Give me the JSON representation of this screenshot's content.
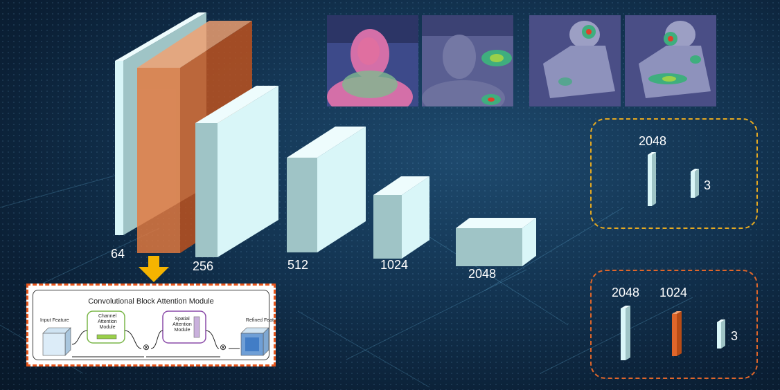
{
  "feature_maps": {
    "c64": "64",
    "c256": "256",
    "c512": "512",
    "c1024": "1024",
    "c2048": "2048"
  },
  "head_a": {
    "feat": "2048",
    "out": "3",
    "border_color": "#e6a920"
  },
  "head_b": {
    "feat": "2048",
    "attn": "1024",
    "out": "3",
    "border_color": "#e0662a"
  },
  "cbam": {
    "title": "Convolutional Block Attention Module",
    "input_label": "Input Feature",
    "channel_label": "Channel\nAttention\nModule",
    "spatial_label": "Spatial\nAttention\nModule",
    "refined_label": "Refined Feature",
    "multiply_symbol": "⊗"
  },
  "colors": {
    "block_front": "#d9f6f8",
    "block_side": "#9fc4c6",
    "block_top": "#eefcfd",
    "attention_orange": "#e0662a",
    "arrow_yellow": "#f5b400"
  }
}
